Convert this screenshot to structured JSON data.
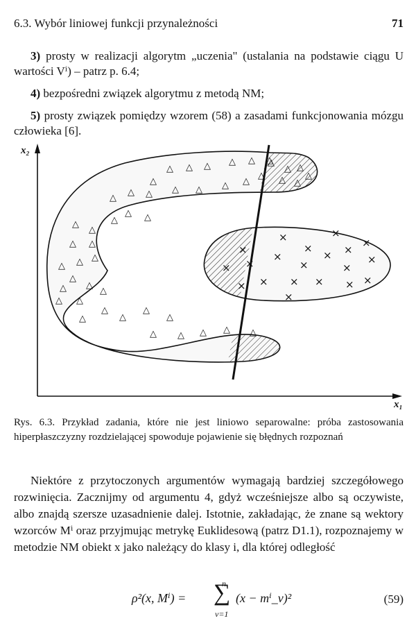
{
  "header": {
    "section": "6.3. Wybór liniowej funkcji przynależności",
    "page_number": "71"
  },
  "items": [
    {
      "num": "3)",
      "text": "prosty w realizacji algorytm „uczenia\" (ustalania na podstawie ciągu U wartości Vⁱ) – patrz p. 6.4;"
    },
    {
      "num": "4)",
      "text": "bezpośredni związek algorytmu z metodą NM;"
    },
    {
      "num": "5)",
      "text": "prosty związek pomiędzy wzorem (58) a zasadami funkcjonowania mózgu człowieka [6]."
    }
  ],
  "figure": {
    "x_label": "x₁",
    "y_label": "x₂",
    "triangle_symbol": "△",
    "cross_symbol": "×",
    "caption": "Rys. 6.3. Przykład zadania, które nie jest liniowo separowalne: próba zastosowania hiperpłaszczyzny rozdzielającej spowoduje pojawienie się błędnych rozpoznań"
  },
  "paragraph": "Niektóre z przytoczonych argumentów wymagają bardziej szczegółowego rozwinięcia. Zacznijmy od argumentu 4, gdyż wcześniejsze albo są oczywiste, albo znajdą szersze uzasadnienie dalej. Istotnie, zakładając, że znane są wektory wzorców Mⁱ oraz przyjmując metrykę Euklidesową (patrz D1.1), rozpoznajemy w metodzie NM obiekt x jako należący do klasy i, dla której odległość",
  "equation": {
    "lhs": "ρ²(x, Mⁱ) =",
    "sum_symbol": "∑",
    "upper": "n",
    "lower": "ν=1",
    "rhs": "(x − mⁱ_ν)²",
    "number": "(59)"
  }
}
